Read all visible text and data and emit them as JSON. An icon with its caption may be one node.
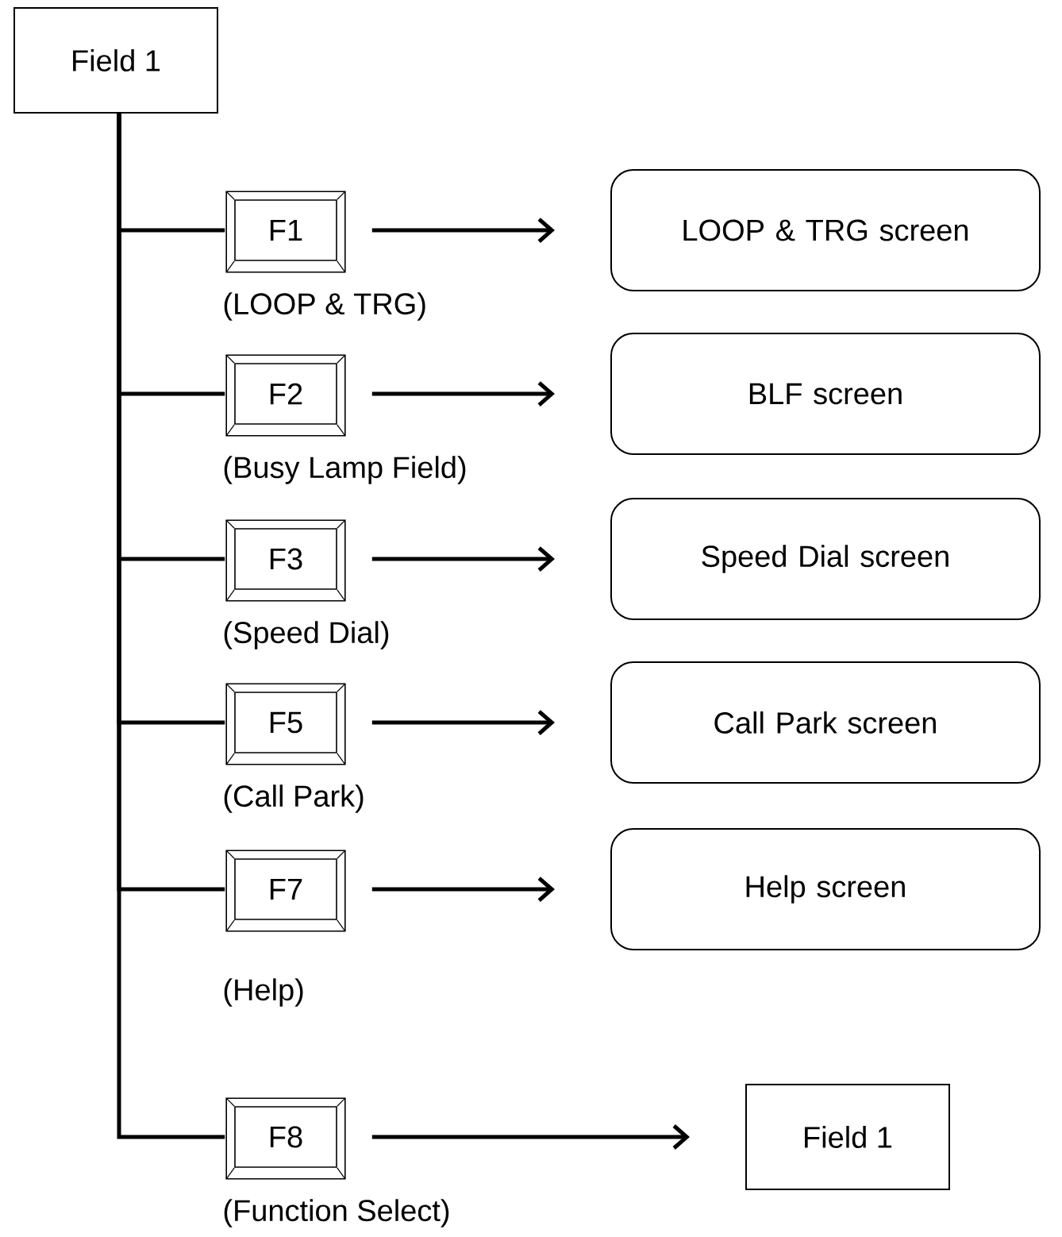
{
  "diagram": {
    "nodes": [
      {
        "text": [
          "Field 1"
        ]
      },
      {
        "text": [
          "F1"
        ],
        "beside": [
          "(LOOP & TRG)"
        ]
      },
      {
        "text": [
          "LOOP & TRG screen"
        ]
      },
      {
        "text": [
          "F2"
        ],
        "beside": [
          "(Busy Lamp Field)"
        ]
      },
      {
        "text": [
          "BLF screen"
        ]
      },
      {
        "text": [
          "F3"
        ],
        "beside": [
          "(Speed Dial)"
        ]
      },
      {
        "text": [
          "Speed Dial screen"
        ]
      },
      {
        "text": [
          "F5"
        ],
        "beside": [
          "(Call Park)"
        ]
      },
      {
        "text": [
          "Call Park screen"
        ]
      },
      {
        "text": [
          "F7"
        ],
        "beside": [
          "(Help)"
        ]
      },
      {
        "text": [
          "Help screen"
        ]
      },
      {
        "text": [
          "F8"
        ],
        "beside": [
          "(Function Select)"
        ]
      },
      {
        "text": [
          "Field 1"
        ]
      }
    ],
    "edges": [
      {
        "from": 0,
        "to": 1,
        "arrow": "none"
      },
      {
        "from": 0,
        "to": 3,
        "arrow": "none"
      },
      {
        "from": 0,
        "to": 5,
        "arrow": "none"
      },
      {
        "from": 0,
        "to": 7,
        "arrow": "none"
      },
      {
        "from": 0,
        "to": 9,
        "arrow": "none"
      },
      {
        "from": 0,
        "to": 11,
        "arrow": "none"
      },
      {
        "from": 1,
        "to": 2,
        "arrow": "to"
      },
      {
        "from": 3,
        "to": 4,
        "arrow": "to"
      },
      {
        "from": 5,
        "to": 6,
        "arrow": "to"
      },
      {
        "from": 7,
        "to": 8,
        "arrow": "to"
      },
      {
        "from": 9,
        "to": 10,
        "arrow": "to"
      },
      {
        "from": 11,
        "to": 12,
        "arrow": "to"
      }
    ]
  }
}
